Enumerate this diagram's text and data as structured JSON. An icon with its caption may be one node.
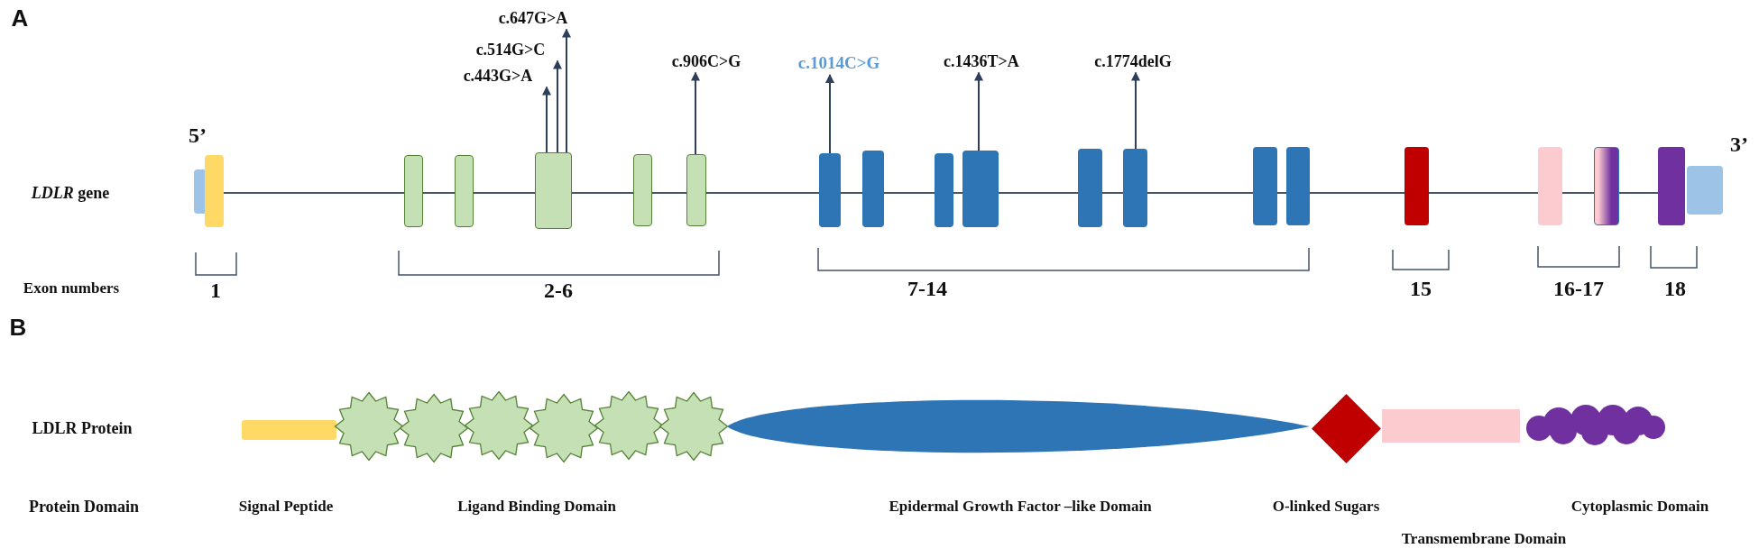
{
  "diagram": {
    "nodes": [
      {
        "text": [
          "c.647G>A"
        ]
      },
      {
        "text": [
          "c.514G>C"
        ]
      },
      {
        "text": [
          "c.443G>A"
        ]
      },
      {
        "text": [
          "c.906C>G"
        ]
      },
      {
        "text": [
          "c.1014C>G"
        ]
      },
      {
        "text": [
          "c.1436T>A"
        ]
      },
      {
        "text": [
          "c.1774delG"
        ]
      },
      {
        "text": [],
        "shape": "box"
      },
      {
        "text": [],
        "shape": "box"
      },
      {
        "text": [],
        "shape": "box"
      },
      {
        "text": [],
        "shape": "box"
      },
      {
        "text": [],
        "shape": "box"
      },
      {
        "text": [],
        "shape": "box"
      },
      {
        "text": [],
        "shape": "box"
      },
      {
        "text": [],
        "shape": "box"
      },
      {
        "text": [],
        "shape": "box"
      },
      {
        "text": [],
        "shape": "box"
      },
      {
        "text": [],
        "shape": "box"
      },
      {
        "text": [],
        "shape": "box"
      },
      {
        "text": [],
        "shape": "box"
      },
      {
        "text": [],
        "shape": "box"
      },
      {
        "text": [],
        "shape": "box"
      },
      {
        "text": [],
        "shape": "box"
      },
      {
        "text": [],
        "shape": "box"
      },
      {
        "text": [],
        "shape": "box"
      },
      {
        "text": [],
        "shape": "box"
      },
      {
        "text": [],
        "shape": "box"
      },
      {
        "text": [],
        "shape": "bar"
      },
      {
        "text": [],
        "shape": "star"
      },
      {
        "text": [],
        "shape": "star"
      },
      {
        "text": [],
        "shape": "star"
      },
      {
        "text": [],
        "shape": "star"
      },
      {
        "text": [],
        "shape": "star"
      },
      {
        "text": [],
        "shape": "star"
      },
      {
        "text": [],
        "shape": "ellipse"
      },
      {
        "text": [],
        "shape": "diamond"
      },
      {
        "text": [],
        "shape": "bar"
      },
      {
        "text": [],
        "shape": "cloud"
      }
    ],
    "edges": [
      {
        "from": 11,
        "to": 2,
        "arrow": "to"
      },
      {
        "from": 11,
        "to": 1,
        "arrow": "to"
      },
      {
        "from": 11,
        "to": 0,
        "arrow": "to"
      },
      {
        "from": 13,
        "to": 3,
        "arrow": "to"
      },
      {
        "from": 14,
        "to": 4,
        "arrow": "to"
      },
      {
        "from": 17,
        "to": 5,
        "arrow": "to"
      },
      {
        "from": 19,
        "to": 6,
        "arrow": "to"
      },
      {
        "from": 8,
        "to": 9,
        "arrow": "none"
      },
      {
        "from": 9,
        "to": 10,
        "arrow": "none"
      },
      {
        "from": 10,
        "to": 11,
        "arrow": "none"
      },
      {
        "from": 11,
        "to": 12,
        "arrow": "none"
      },
      {
        "from": 12,
        "to": 13,
        "arrow": "none"
      },
      {
        "from": 13,
        "to": 14,
        "arrow": "none"
      },
      {
        "from": 14,
        "to": 15,
        "arrow": "none"
      },
      {
        "from": 15,
        "to": 16,
        "arrow": "none"
      },
      {
        "from": 16,
        "to": 17,
        "arrow": "none"
      },
      {
        "from": 17,
        "to": 18,
        "arrow": "none"
      },
      {
        "from": 18,
        "to": 19,
        "arrow": "none"
      },
      {
        "from": 19,
        "to": 20,
        "arrow": "none"
      },
      {
        "from": 20,
        "to": 21,
        "arrow": "none"
      },
      {
        "from": 21,
        "to": 22,
        "arrow": "none"
      },
      {
        "from": 22,
        "to": 23,
        "arrow": "none"
      },
      {
        "from": 23,
        "to": 24,
        "arrow": "none"
      },
      {
        "from": 24,
        "to": 25,
        "arrow": "none"
      }
    ],
    "labels": [
      "A",
      "5’",
      "*LDLR* gene",
      "3’",
      "Exon numbers",
      "1",
      "2-6",
      "7-14",
      "15",
      "16-17",
      "18",
      "B",
      "LDLR Protein",
      "Protein Domain",
      "Signal Peptide",
      "Ligand Binding Domain",
      "Epidermal Growth Factor –like Domain",
      "O-linked Sugars",
      "Cytoplasmic Domain",
      "Transmembrane Domain"
    ]
  }
}
